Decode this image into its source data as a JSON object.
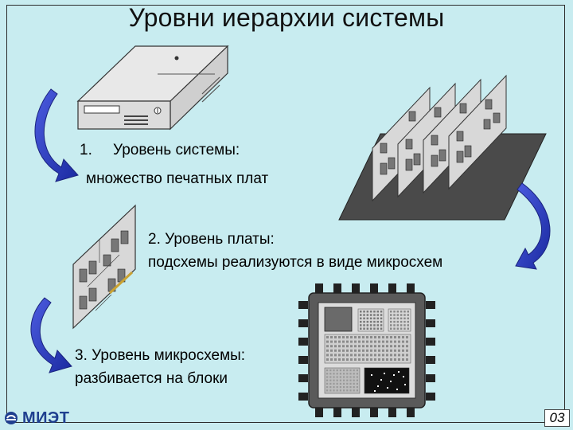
{
  "slide": {
    "title": "Уровни иерархии системы",
    "level1": {
      "number": "1.",
      "line1": "Уровень системы:",
      "line2": "множество печатных плат"
    },
    "level2": {
      "line1": "2. Уровень платы:",
      "line2": "подсхемы реализуются в виде микросхем"
    },
    "level3": {
      "line1": "3. Уровень микросхемы:",
      "line2": "разбивается на блоки"
    },
    "footer": {
      "logo": "МИЭТ",
      "page": "03"
    }
  },
  "colors": {
    "background": "#c8ecf0",
    "arrow": "#2a3ab8",
    "logo": "#1f3f8f"
  },
  "icons": [
    "computer-case-icon",
    "board-rack-icon",
    "circuit-board-icon",
    "microchip-icon",
    "curved-arrow-icon",
    "logo-icon"
  ]
}
